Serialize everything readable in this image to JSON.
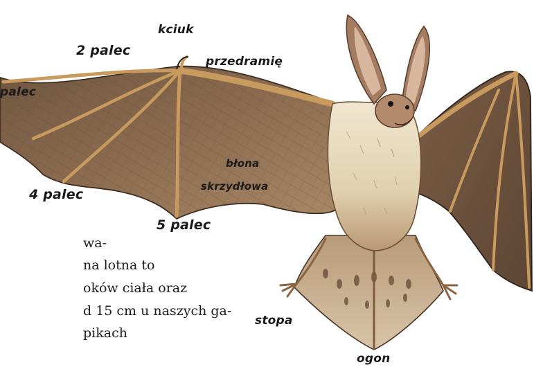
{
  "labels": {
    "kciuk": "kciuk",
    "palec_2": "2 palec",
    "palec_3": "palec",
    "przedramie": "przedramię",
    "blona_line1": "błona",
    "blona_line2": "skrzydłowa",
    "palec_4": "4 palec",
    "palec_5": "5 palec",
    "stopa": "stopa",
    "ogon": "ogon"
  },
  "body_text": {
    "line1": "wa-",
    "line2": "na lotna to",
    "line3": "oków ciała oraz",
    "line4": "d 15 cm u naszych ga-",
    "line5": "pikach"
  },
  "colors": {
    "membrane": "#8a6a4e",
    "membrane_light": "#a88a6a",
    "bone": "#d2a66c",
    "fur_light": "#e8dcc2",
    "fur_dark": "#8c6a48",
    "ear": "#a9826a",
    "ear_inner": "#d7b39a"
  }
}
